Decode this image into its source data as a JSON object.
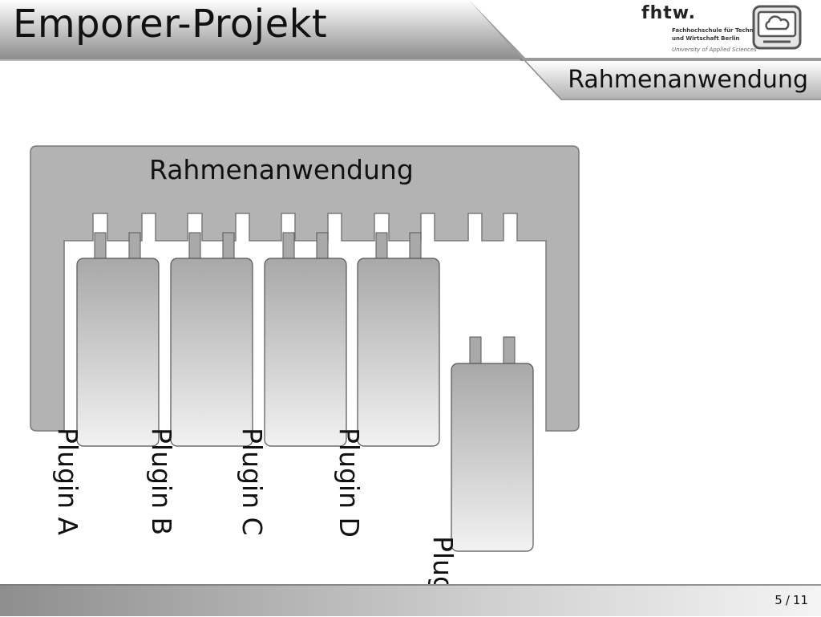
{
  "header": {
    "title": "Emporer-Projekt",
    "section": "Rahmenanwendung"
  },
  "logo": {
    "wordmark": "fhtw.",
    "line1": "Fachhochschule für Technik",
    "line2": "und Wirtschaft Berlin",
    "line3": "University of Applied Sciences"
  },
  "diagram": {
    "frame_label": "Rahmenanwendung",
    "plugins": [
      {
        "label": "Plugin A"
      },
      {
        "label": "Plugin B"
      },
      {
        "label": "Plugin C"
      },
      {
        "label": "Plugin D"
      },
      {
        "label": "Plugin"
      }
    ]
  },
  "footer": {
    "page_current": "5",
    "page_separator": "/",
    "page_total": "11"
  },
  "colors": {
    "frame_fill": "#b3b3b3",
    "frame_stroke": "#7a7a7a",
    "plugin_gradient_top": "#a8a8a8",
    "plugin_gradient_bottom": "#f2f2f2",
    "header_gradient_dark": "#8c8c8c"
  }
}
